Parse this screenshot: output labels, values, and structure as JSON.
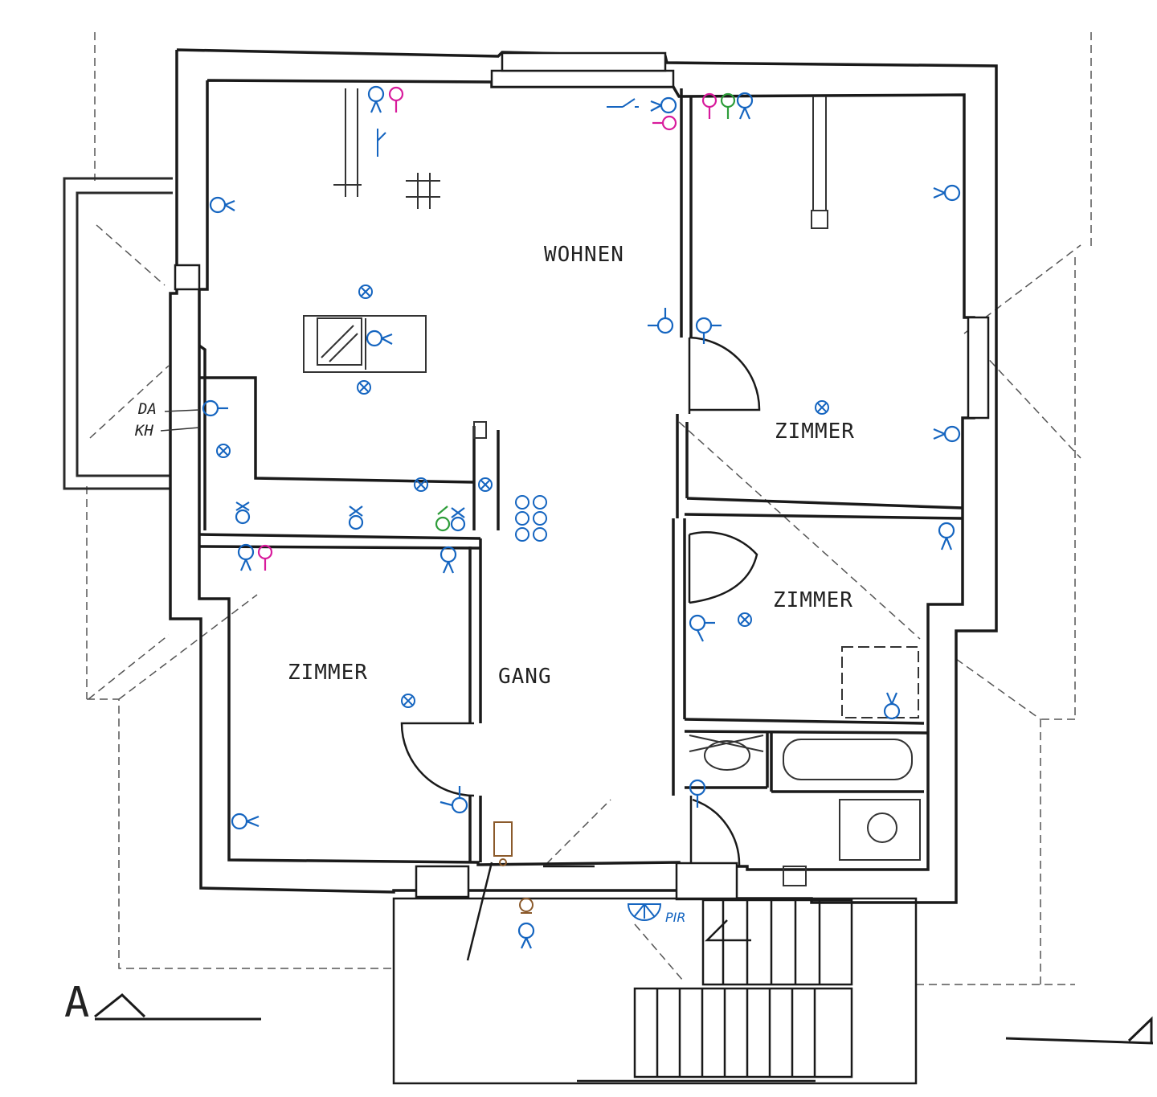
{
  "colors": {
    "wall": "#1a1a1a",
    "outline": "#2a2a2a",
    "thin": "#555555",
    "socket": "#1565c0",
    "data": "#d81b9c",
    "tv": "#2e9d3a",
    "bell": "#8b5a2b",
    "paper": "#ffffff"
  },
  "rooms": {
    "wohnen": "WOHNEN",
    "zimmer_ne": "ZIMMER",
    "zimmer_e": "ZIMMER",
    "zimmer_sw": "ZIMMER",
    "gang": "GANG"
  },
  "annotations": {
    "da": "DA",
    "kh": "KH",
    "pir": "PIR"
  },
  "section_marker": "A",
  "icons": {
    "socket": "socket-icon",
    "ceiling_light": "ceiling-light-icon",
    "switch": "switch-icon",
    "data_outlet": "data-outlet-icon",
    "tv_outlet": "tv-outlet-icon",
    "door_bell": "door-bell-icon",
    "motion_sensor": "motion-sensor-icon"
  }
}
